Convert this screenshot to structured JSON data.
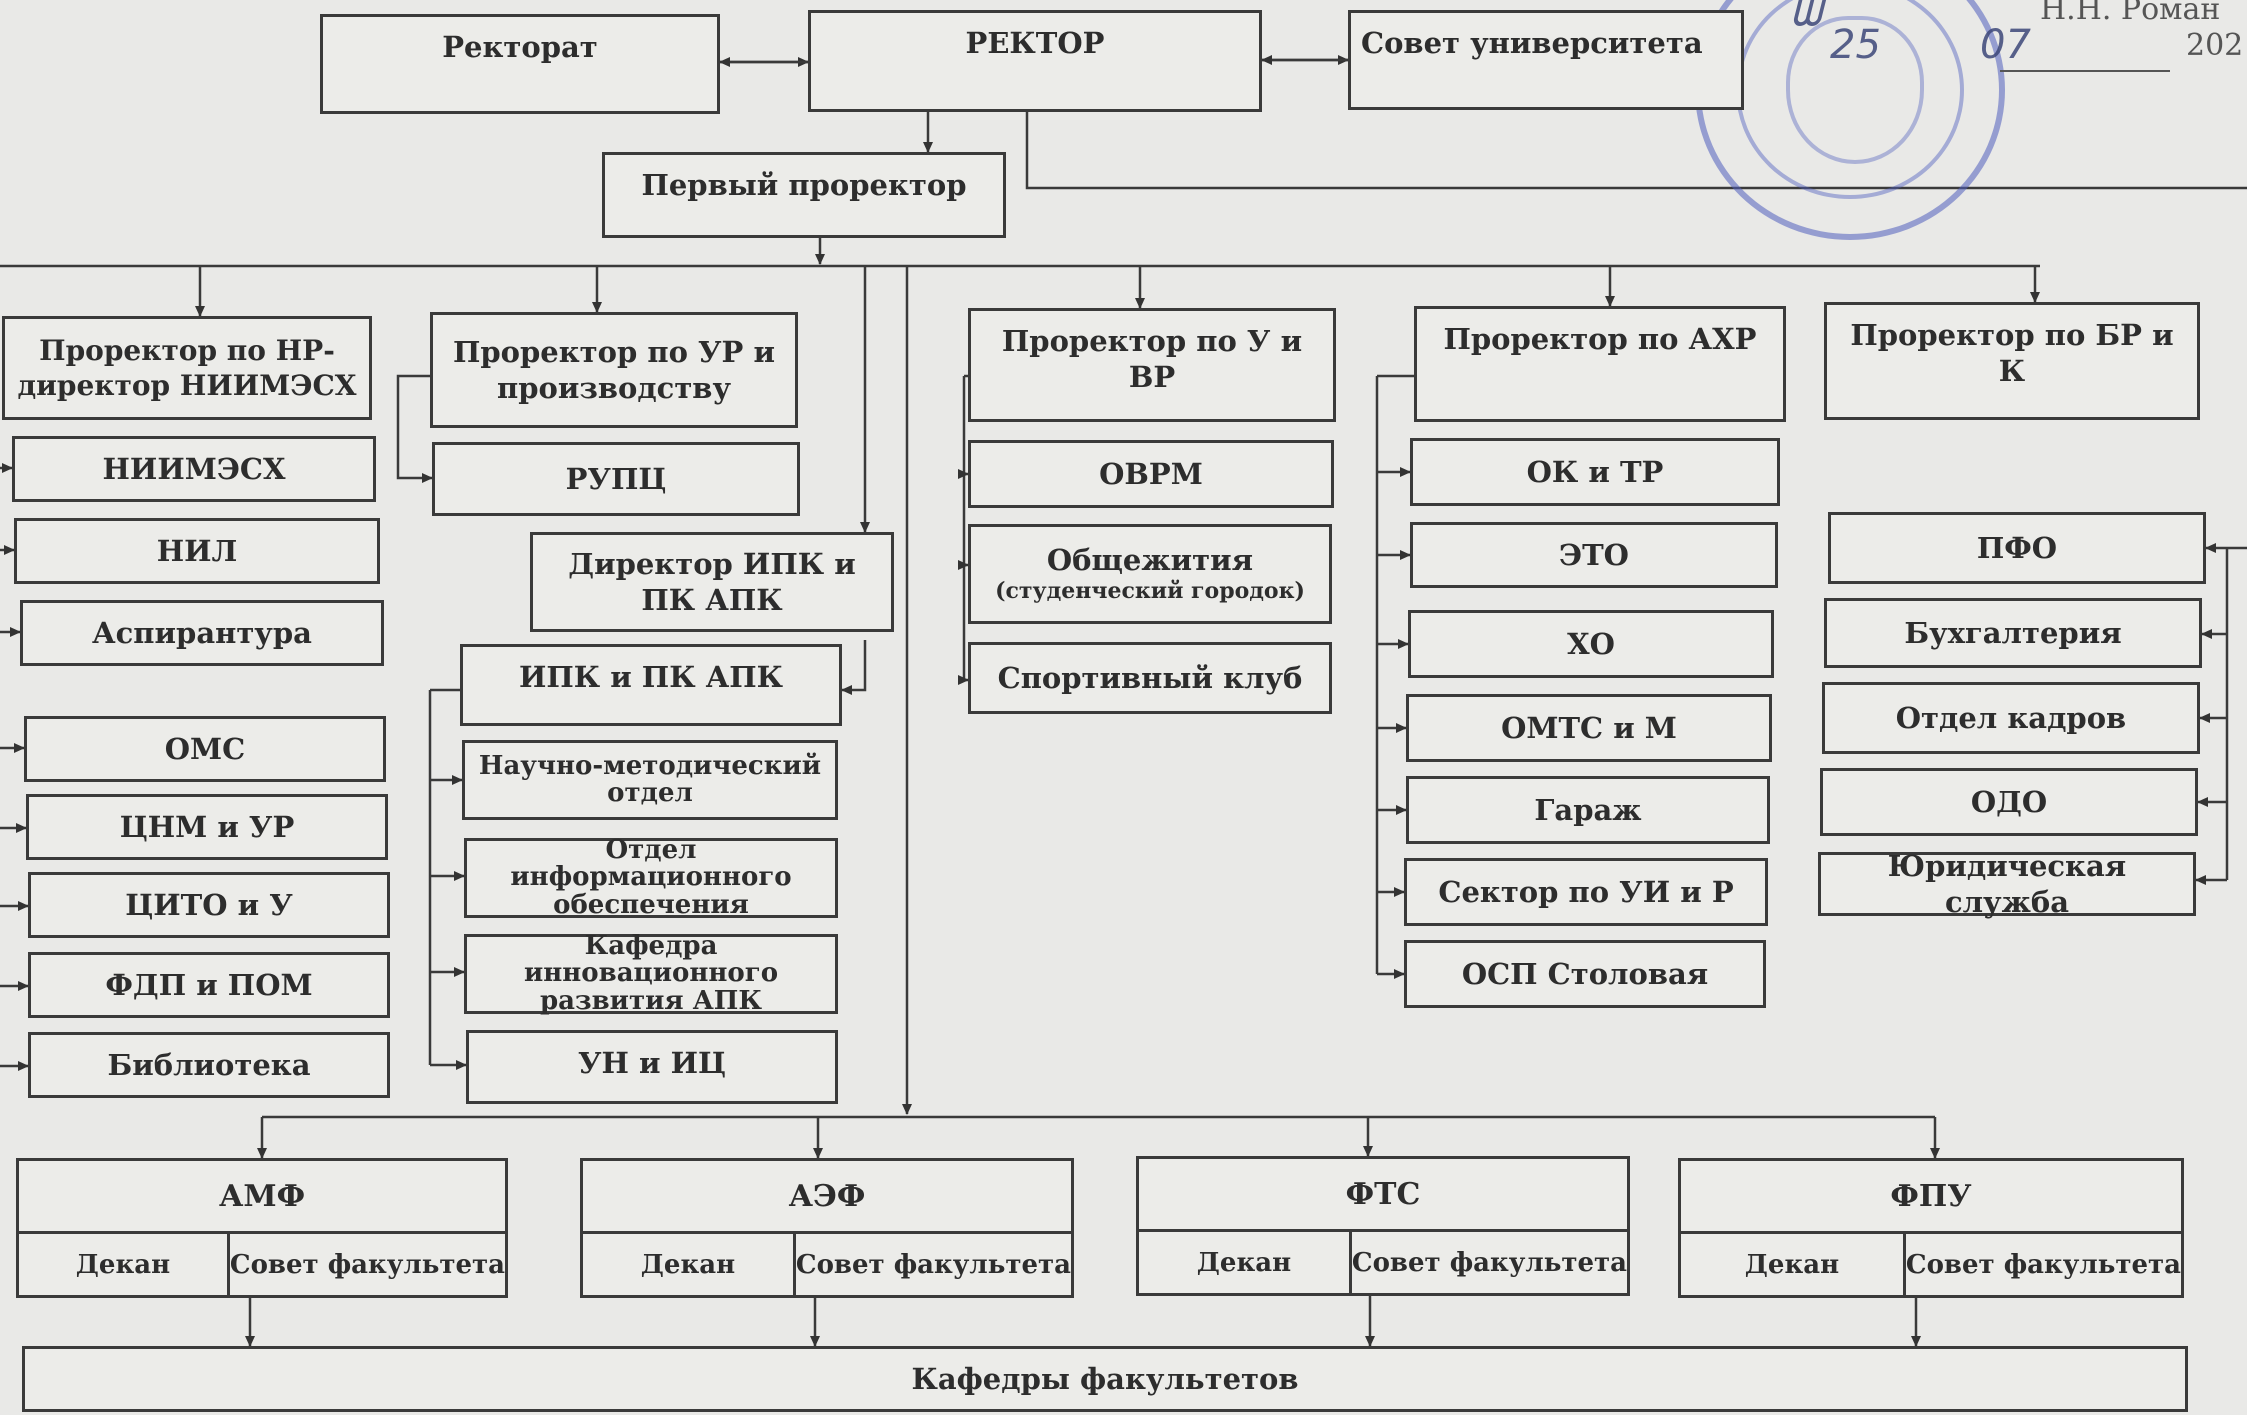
{
  "header": {
    "approver": "Н.Н. Роман",
    "year": "202",
    "stamp_date_day": "25",
    "stamp_date_month": "07"
  },
  "nodes": {
    "rektorat": "Ректорат",
    "rektor": "РЕКТОР",
    "sovet": "Совет университета",
    "first_prorector": "Первый проректор",
    "prorector_nr": "Проректор по НР-директор НИИМЭСХ",
    "niimesh": "НИИМЭСХ",
    "nil": "НИЛ",
    "aspirantura": "Аспирантура",
    "oms": "ОМС",
    "cnm": "ЦНМ и УР",
    "cito": "ЦИТО и У",
    "fdp": "ФДП и ПОМ",
    "biblioteka": "Библиотека",
    "prorector_ur": "Проректор по УР и производству",
    "rupc": "РУПЦ",
    "director_ipk": "Директор ИПК и ПК АПК",
    "ipk": "ИПК и ПК АПК",
    "nmo": "Научно-методический отдел",
    "oio": "Отдел информационного обеспечения",
    "kafedra_ir": "Кафедра инновационного развития АПК",
    "unic": "УН и ИЦ",
    "prorector_uvr": "Проректор по У и ВР",
    "ovrm": "ОВРМ",
    "obshch": "Общежития",
    "obshch_sub": "(студенческий городок)",
    "sport": "Спортивный клуб",
    "prorector_ahr": "Проректор по АХР",
    "ok_tr": "ОК и ТР",
    "eto": "ЭТО",
    "ho": "ХО",
    "omts": "ОМТС и М",
    "garazh": "Гараж",
    "sektor_ui": "Сектор по УИ и Р",
    "osp": "ОСП Столовая",
    "prorector_br": "Проректор по БР и К",
    "pfo": "ПФО",
    "buh": "Бухгалтерия",
    "kadry": "Отдел кадров",
    "odo": "ОДО",
    "yur": "Юридическая служба",
    "kafedry": "Кафедры факультетов"
  },
  "faculties": [
    {
      "name": "АМФ",
      "dean": "Декан",
      "council": "Совет факультета"
    },
    {
      "name": "АЭФ",
      "dean": "Декан",
      "council": "Совет факультета"
    },
    {
      "name": "ФТС",
      "dean": "Декан",
      "council": "Совет факультета"
    },
    {
      "name": "ФПУ",
      "dean": "Декан",
      "council": "Совет факультета"
    }
  ]
}
